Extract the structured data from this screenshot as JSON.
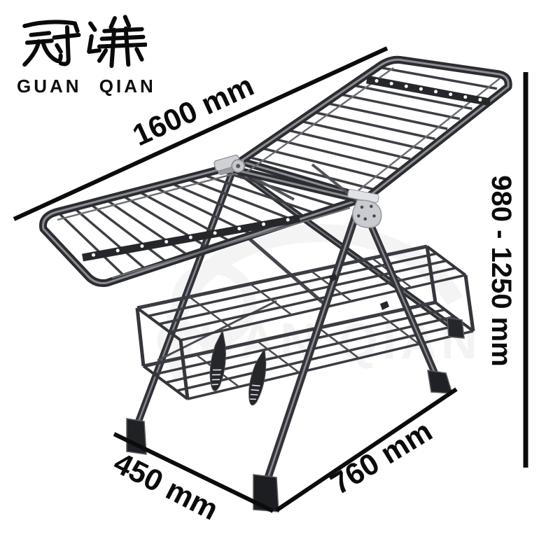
{
  "brand": {
    "logo_cn": "冠谦",
    "logo_en": "GUAN QIAN"
  },
  "dimensions": {
    "length": "1600 mm",
    "height_range": "980 - 1250 mm",
    "foot_depth": "450 mm",
    "base_width": "760 mm"
  },
  "illustration": {
    "subject": "folding gullwing clothes drying rack",
    "metal_color": "#3a3b40",
    "metal_highlight": "#8e9096",
    "hinge_color": "#c9cbd0",
    "annotation_color": "#0b0b0b"
  },
  "watermark_text": "GUAN QIAN"
}
